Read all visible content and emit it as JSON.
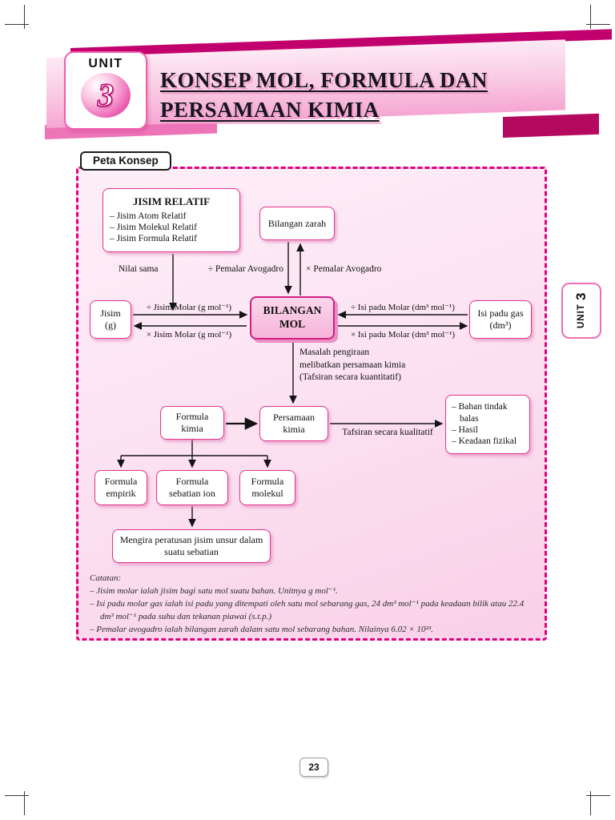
{
  "page": {
    "number": "23"
  },
  "header": {
    "unit_label": "UNIT",
    "unit_number": "3",
    "title_line1": "KONSEP MOL, FORMULA DAN",
    "title_line2": "PERSAMAAN KIMIA"
  },
  "side_tab": {
    "unit_label": "UNIT",
    "unit_number": "3"
  },
  "concept_map": {
    "section_label": "Peta Konsep",
    "jisim_relatif": {
      "title": "JISIM RELATIF",
      "items": [
        "– Jisim Atom Relatif",
        "– Jisim Molekul Relatif",
        "– Jisim Formula Relatif"
      ]
    },
    "bilangan_zarah": "Bilangan zarah",
    "nilai_sama": "Nilai sama",
    "pemalar_avogadro_div": "÷ Pemalar Avogadro",
    "pemalar_avogadro_mul": "× Pemalar Avogadro",
    "bilangan_mol": "BILANGAN MOL",
    "jisim": "Jisim (g)",
    "jisim_molar_div": "÷ Jisim Molar (g mol⁻¹)",
    "jisim_molar_mul": "× Jisim Molar (g mol⁻¹)",
    "isi_padu_molar_div": "÷ Isi padu Molar (dm³ mol⁻¹)",
    "isi_padu_molar_mul": "× Isi padu Molar (dm³ mol⁻¹)",
    "isi_padu_gas": "Isi padu gas (dm³)",
    "masalah_lines": [
      "Masalah pengiraan",
      "melibatkan persamaan kimia",
      "(Tafsiran secara kuantitatif)"
    ],
    "formula_kimia": "Formula kimia",
    "persamaan_kimia": "Persamaan kimia",
    "tafsiran_kualitatif": "Tafsiran secara kualitatif",
    "tindak_balas_items": [
      "– Bahan tindak balas",
      "– Hasil",
      "– Keadaan fizikal"
    ],
    "formula_empirik": "Formula empirik",
    "formula_sebatian_ion": "Formula sebatian ion",
    "formula_molekul": "Formula molekul",
    "mengira_peratusan": "Mengira peratusan jisim unsur dalam suatu sebatian",
    "catatan": {
      "title": "Catatan:",
      "notes": [
        "– Jisim molar ialah jisim bagi satu mol suatu bahan. Unitnya g mol⁻¹.",
        "– Isi padu molar gas ialah isi padu yang ditempati oleh satu mol sebarang gas, 24 dm³ mol⁻¹ pada keadaan bilik atau 22.4 dm³ mol⁻¹ pada suhu dan tekanan piawai (s.t.p.)",
        "– Pemalar avogadro ialah bilangan zarah dalam satu mol sebarang bahan. Nilainya 6.02 × 10²³."
      ]
    }
  },
  "colors": {
    "magenta_dark": "#c2006d",
    "pink_mid": "#ee74b8",
    "pink_light": "#f9c9e3",
    "box_border": "#e2338c"
  }
}
